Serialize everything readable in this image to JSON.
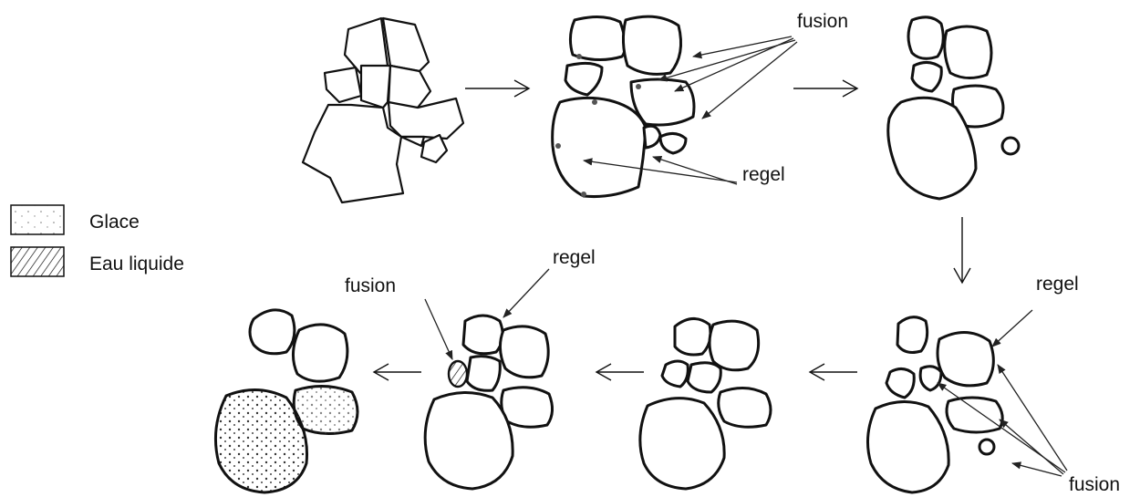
{
  "legend": {
    "ice_label": "Glace",
    "water_label": "Eau liquide"
  },
  "annotations": {
    "fusion_top": "fusion",
    "regel_top": "regel",
    "regel_right": "regel",
    "fusion_bottom_right": "fusion",
    "fusion_bottom_mid": "fusion",
    "regel_bottom_mid": "regel"
  },
  "colors": {
    "line": "#111111",
    "background": "#ffffff"
  }
}
